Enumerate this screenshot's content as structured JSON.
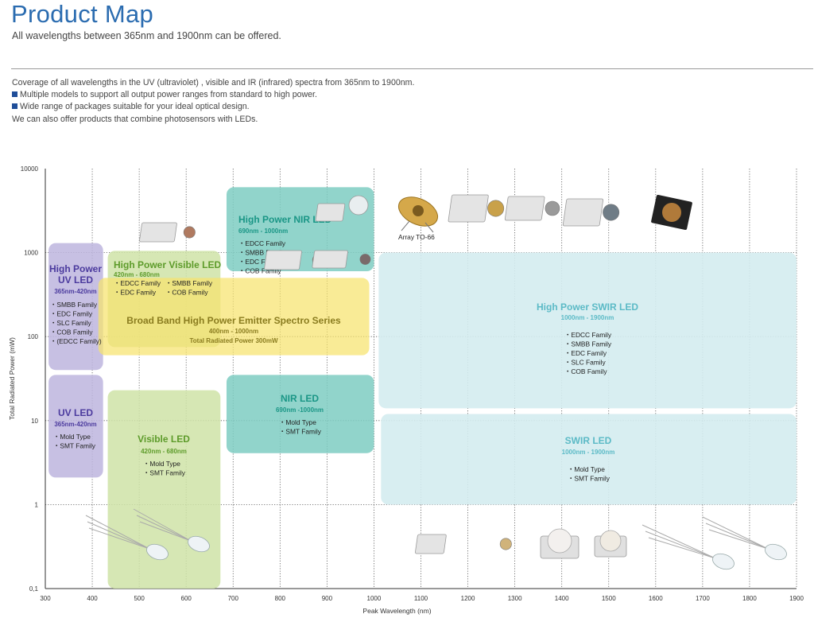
{
  "header": {
    "title": "Product Map",
    "subtitle": "All wavelengths between 365nm and 1900nm can be offered."
  },
  "intro": {
    "line1": "Coverage of all wavelengths in the UV (ultraviolet) , visible and IR (infrared) spectra from 365nm to 1900nm.",
    "bullet1": "Multiple models to support all output power ranges from standard to high power.",
    "bullet2": "Wide range of packages suitable for your ideal optical design.",
    "line4": "We can also offer products that combine photosensors with LEDs."
  },
  "colors": {
    "uv": "#bdb5de",
    "uv_text": "#4b3a9e",
    "visible": "#cfe3a7",
    "visible_text": "#5d9b2a",
    "nir": "#7ecdc2",
    "nir_text": "#1a9686",
    "swir": "#d4ecef",
    "swir_text": "#5bbac6",
    "broadband": "#f6e36e",
    "broadband_text": "#8a7c1f",
    "grid": "#555555"
  },
  "chart_data": {
    "type": "range-map",
    "xlabel": "Peak Wavelength (nm)",
    "ylabel": "Total Radiated Power (mW)",
    "xlim": [
      300,
      1900
    ],
    "ylim": [
      0.1,
      10000
    ],
    "yscale": "log",
    "grid": true,
    "xticks": [
      "300",
      "400",
      "500",
      "600",
      "700",
      "800",
      "900",
      "1000",
      "1100",
      "1200",
      "1300",
      "1400",
      "1500",
      "1600",
      "1700",
      "1800",
      "1900"
    ],
    "yticks": [
      "10000",
      "1000",
      "100",
      "10",
      "1",
      "0,1"
    ],
    "regions": [
      {
        "title": "High Power UV LED",
        "range": "365nm-420nm",
        "x": [
          307,
          423
        ],
        "y": [
          40,
          1300
        ],
        "family": "uv",
        "items": [
          "SMBB Family",
          "EDC Family",
          "SLC Family",
          "COB Family",
          "(EDCC Family)"
        ]
      },
      {
        "title": "UV LED",
        "range": "365nm-420nm",
        "x": [
          307,
          423
        ],
        "y": [
          2.1,
          35
        ],
        "family": "uv",
        "items": [
          "Mold Type",
          "SMT Family"
        ]
      },
      {
        "title": "High Power Visible LED",
        "range": "420nm - 680nm",
        "x": [
          433,
          673
        ],
        "y": [
          75,
          1050
        ],
        "family": "visible",
        "items": [
          "EDCC Family",
          "EDC Family",
          "SMBB Family",
          "COB Family"
        ]
      },
      {
        "title": "Visible LED",
        "range": "420nm - 680nm",
        "x": [
          433,
          673
        ],
        "y": [
          0.1,
          23
        ],
        "family": "visible",
        "items": [
          "Mold Type",
          "SMT Family"
        ]
      },
      {
        "title": "High Power NIR LED",
        "range": "690nm - 1000nm",
        "x": [
          686,
          1000
        ],
        "y": [
          600,
          6000
        ],
        "family": "nir",
        "items": [
          "EDCC Family",
          "SMBB Family",
          "EDC Family",
          "COB Family"
        ]
      },
      {
        "title": "NIR LED",
        "range": "690nm -1000nm",
        "x": [
          686,
          1000
        ],
        "y": [
          4.1,
          35
        ],
        "family": "nir",
        "items": [
          "Mold Type",
          "SMT Family"
        ]
      },
      {
        "title": "High Power SWIR LED",
        "range": "1000nm - 1900nm",
        "x": [
          1010,
          1900
        ],
        "y": [
          14,
          1000
        ],
        "family": "swir",
        "items": [
          "EDCC Family",
          "SMBB Family",
          "EDC Family",
          "SLC Family",
          "COB Family"
        ]
      },
      {
        "title": "SWIR LED",
        "range": "1000nm - 1900nm",
        "x": [
          1015,
          1900
        ],
        "y": [
          1,
          12
        ],
        "family": "swir",
        "items": [
          "Mold Type",
          "SMT Family"
        ]
      },
      {
        "title": "Broad Band High Power Emitter Spectro Series",
        "range": "400nm - 1000nm",
        "note": "Total Radiated Power 300mW",
        "x": [
          413,
          990
        ],
        "y": [
          60,
          500
        ],
        "family": "broadband",
        "items": []
      }
    ],
    "annotations": [
      "Array TO-66"
    ]
  }
}
